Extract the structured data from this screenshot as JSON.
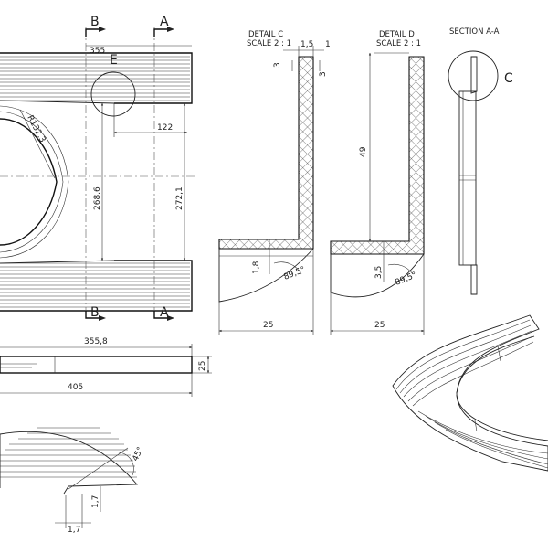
{
  "sections": {
    "b_left_top": "B",
    "a_right_top": "A",
    "b_left_bottom": "B",
    "a_right_bottom": "A",
    "detail_e": "E",
    "detail_c_marker": "C"
  },
  "plan_view": {
    "dim_width": "355",
    "dim_radius": "R132,3",
    "dim_inner_height": "268,6",
    "dim_outer_height": "272,1",
    "dim_offset": "122"
  },
  "detail_c": {
    "title": "DETAIL C",
    "scale": "SCALE 2 : 1",
    "dim_top_left": "1,5",
    "dim_top_right": "1",
    "dim_side_left": "3",
    "dim_side_right": "3",
    "dim_base_height": "1,8",
    "dim_angle": "89,5°",
    "dim_width": "25"
  },
  "detail_d": {
    "title": "DETAIL D",
    "scale": "SCALE 2 : 1",
    "dim_height": "49",
    "dim_base_height": "3,5",
    "dim_angle": "89,5°",
    "dim_width": "25"
  },
  "section_aa": {
    "title": "SECTION A-A"
  },
  "side_view": {
    "dim_top": "355,8",
    "dim_thickness": "25",
    "dim_bottom": "405"
  },
  "detail_bottom": {
    "dim_angle": "45°",
    "dim_vertical": "1,7",
    "dim_horizontal": "1,7"
  }
}
